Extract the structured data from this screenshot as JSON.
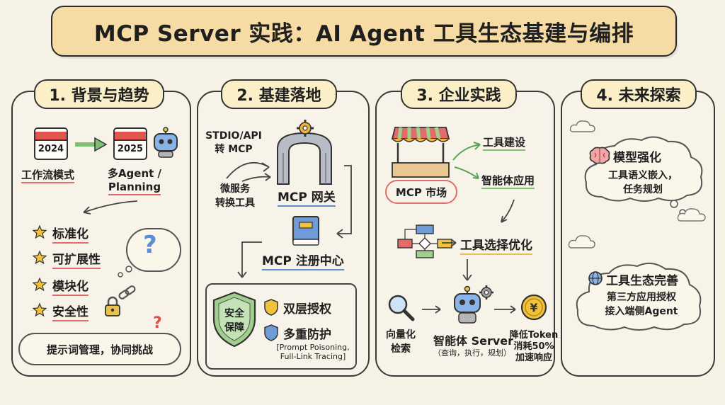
{
  "title": "MCP Server 实践：AI Agent 工具生态基建与编排",
  "sections": [
    {
      "heading": "1. 背景与趋势",
      "year_from": "2024",
      "year_to": "2025",
      "from_label": "工作流模式",
      "to_label_line1": "多Agent /",
      "to_label_line2": "Planning",
      "features": [
        "标准化",
        "可扩展性",
        "模块化",
        "安全性"
      ],
      "challenge": "提示词管理，协同挑战"
    },
    {
      "heading": "2. 基建落地",
      "source_1_line1": "STDIO/API",
      "source_1_line2": "转 MCP",
      "source_2_line1": "微服务",
      "source_2_line2": "转换工具",
      "gateway": "MCP 网关",
      "registry": "MCP 注册中心",
      "shield_line1": "安全",
      "shield_line2": "保障",
      "auth": "双层授权",
      "protection": "多重防护",
      "protection_note_line1": "[Prompt Poisoning,",
      "protection_note_line2": "Full-Link Tracing]"
    },
    {
      "heading": "3. 企业实践",
      "market": "MCP 市场",
      "tool_building": "工具建设",
      "agent_apps": "智能体应用",
      "tool_selection": "工具选择优化",
      "vector_line1": "向量化",
      "vector_line2": "检索",
      "agent_server": "智能体 Server",
      "agent_server_note": "（查询，执行，规划）",
      "token_line1": "降低Token",
      "token_line2": "消耗50%",
      "token_line3": "加速响应"
    },
    {
      "heading": "4. 未来探索",
      "model_title": "模型强化",
      "model_line1": "工具语义嵌入，",
      "model_line2": "任务规划",
      "eco_title": "工具生态完善",
      "eco_line1": "第三方应用授权",
      "eco_line2": "接入端侧Agent"
    }
  ],
  "icons": {
    "calendar": "calendar-icon",
    "robot": "robot-icon",
    "star": "star-icon",
    "question": "question-mark-icon",
    "lock": "padlock-icon",
    "chain": "chain-link-icon",
    "gear": "gear-icon",
    "book": "book-icon",
    "shield": "shield-icon",
    "market": "market-stall-icon",
    "flowchart": "flowchart-icon",
    "magnifier": "magnifier-icon",
    "coin": "yen-coin-icon",
    "brain": "brain-icon",
    "globe": "globe-icon"
  },
  "colors": {
    "banner": "#f6dca4",
    "header": "#fbefc8",
    "accent_red": "#e26b6b",
    "accent_blue": "#5a8fd6",
    "accent_green": "#7fbf72",
    "accent_yellow": "#e9c14f"
  }
}
